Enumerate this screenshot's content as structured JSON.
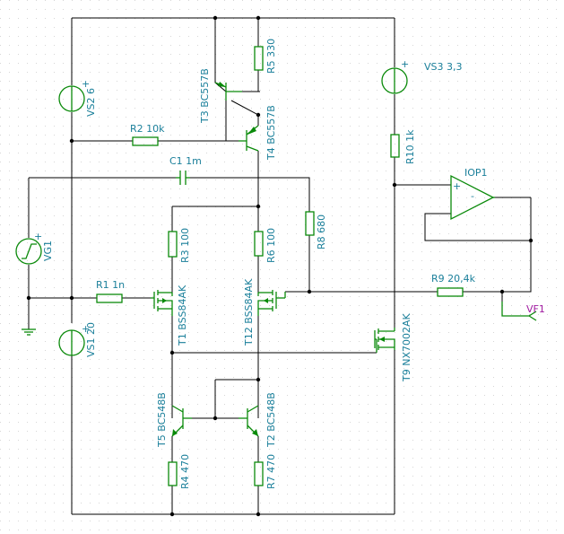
{
  "colors": {
    "background": "#ffffff",
    "wire": "#000000",
    "component": "#0a8a0a",
    "label": "#1a7f9a",
    "probe_label": "#a01aa0"
  },
  "labels": {
    "vs2": "VS2 6",
    "vs1": "VS1 20",
    "vs3": "VS3 3,3",
    "vg1": "VG1",
    "r1": "R1 1n",
    "r2": "R2 10k",
    "r3": "R3 100",
    "r4": "R4 470",
    "r5": "R5 330",
    "r6": "R6 100",
    "r7": "R7 470",
    "r8": "R8 680",
    "r9": "R9 20,4k",
    "r10": "R10 1k",
    "c1": "C1 1m",
    "t1": "T1 BSS84AK",
    "t12": "T12 BSS84AK",
    "t2": "T2 BC548B",
    "t3": "T3 BC557B",
    "t4": "T4 BC557B",
    "t5": "T5 BC548B",
    "t9": "T9 NX7002AK",
    "iop1": "IOP1",
    "vf1": "VF1",
    "plus": "+",
    "minus": "-"
  }
}
